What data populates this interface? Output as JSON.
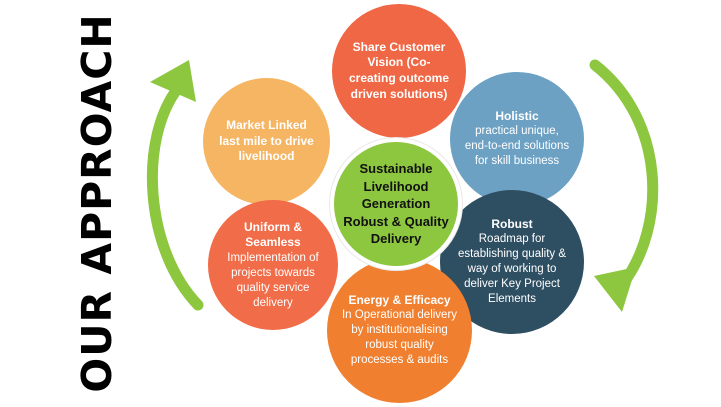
{
  "side_title": "OUR APPROACH",
  "colors": {
    "arrow": "#8DC63F",
    "orange_red": "#EF6745",
    "blue": "#6CA1C4",
    "navy": "#2E4E62",
    "orange": "#F08030",
    "coral": "#F16C48",
    "peach": "#F5B562",
    "green": "#8DC63F"
  },
  "center": {
    "lines": [
      "Sustainable",
      "Livelihood",
      "Generation",
      "Robust & Quality",
      "Delivery"
    ]
  },
  "petals": {
    "top": {
      "title": "",
      "body": "Share Customer Vision (Co-creating outcome driven solutions)"
    },
    "upper_right": {
      "title": "Holistic",
      "body": "practical unique, end-to-end solutions for skill business"
    },
    "lower_right": {
      "title": "Robust",
      "body": "Roadmap for establishing quality & way of working to deliver Key Project Elements"
    },
    "bottom": {
      "title": "Energy & Efficacy",
      "body": "In Operational delivery by institutionalising robust quality processes & audits"
    },
    "lower_left": {
      "title": "Uniform & Seamless",
      "body": "Implementation of projects towards quality service delivery"
    },
    "upper_left": {
      "title": "",
      "body": "Market Linked last mile to drive livelihood"
    }
  }
}
